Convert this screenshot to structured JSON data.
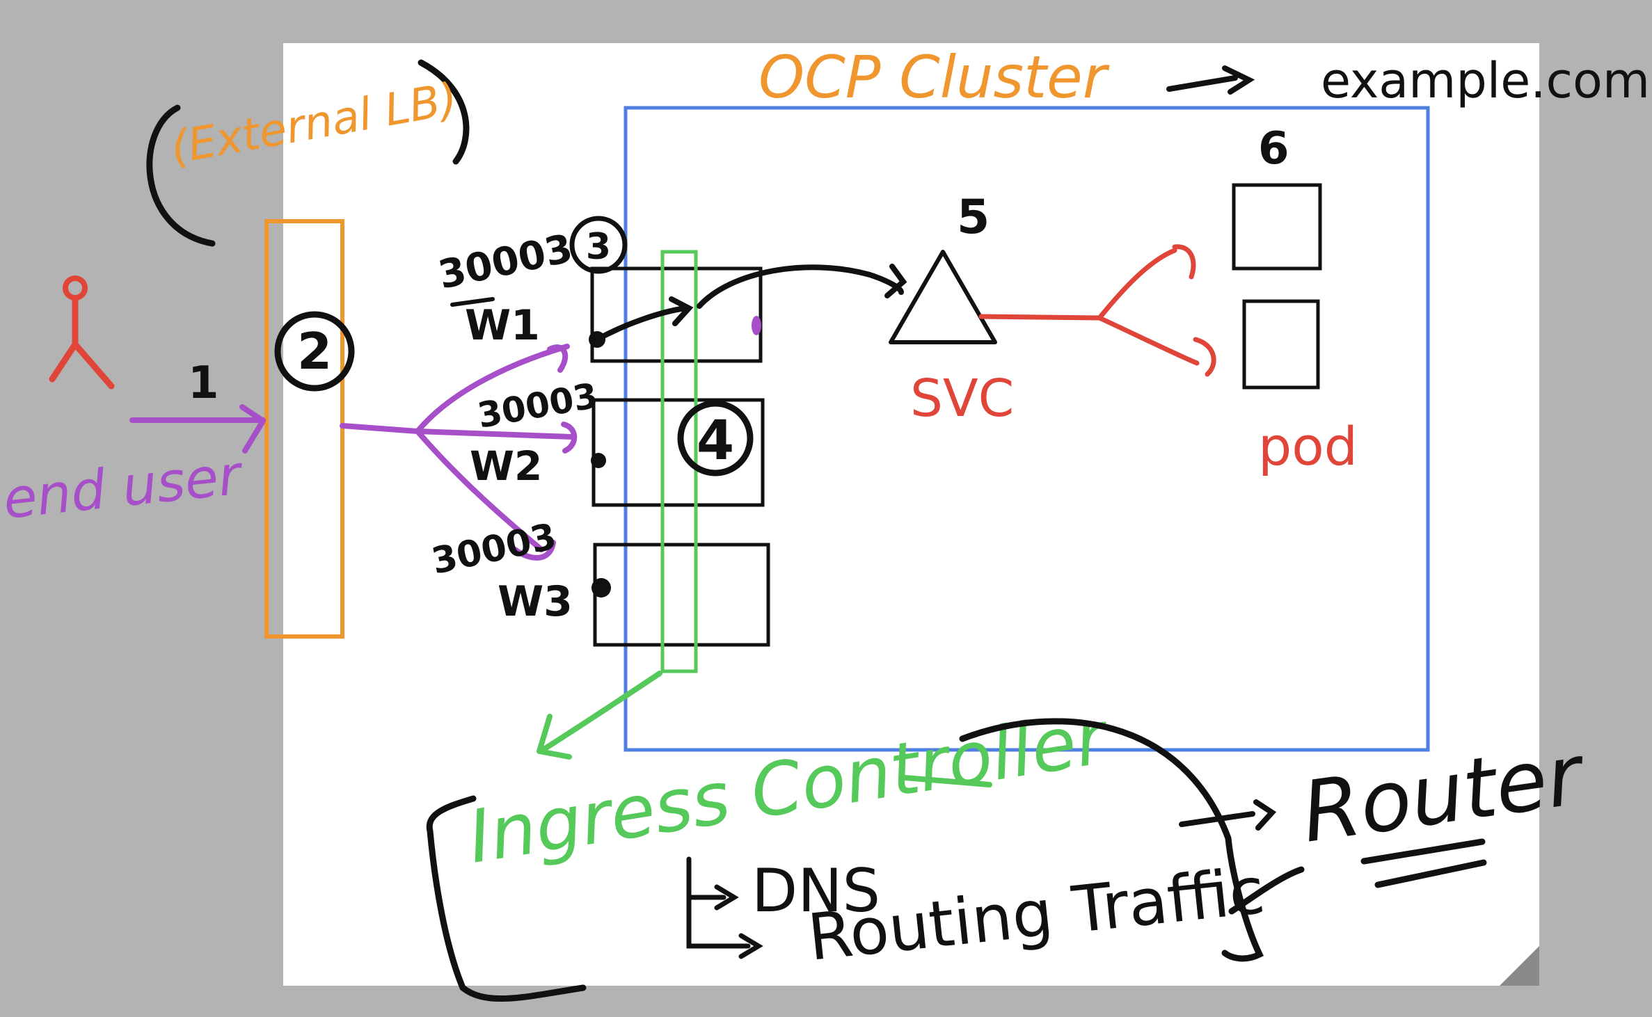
{
  "diagram": {
    "title": "OCP Cluster",
    "domain": "example.com",
    "external_lb": {
      "label": "(External LB)",
      "number": "2"
    },
    "end_user": {
      "label": "end user",
      "step": "1"
    },
    "workers": [
      {
        "name": "W1",
        "port": "30003"
      },
      {
        "name": "W2",
        "port": "30003"
      },
      {
        "name": "W3",
        "port": "30003"
      }
    ],
    "step3": "3",
    "step4": "4",
    "service": {
      "number": "5",
      "label": "SVC"
    },
    "pods": {
      "number": "6",
      "label": "pod"
    },
    "ingress_controller": "Ingress Controller",
    "ingress_functions": [
      "DNS",
      "Routing Traffic"
    ],
    "router": "Router"
  },
  "colors": {
    "orange": "#f0962f",
    "purple": "#a64fc9",
    "red": "#e0453a",
    "green": "#55c95a",
    "blue": "#4f7fe0",
    "black": "#111111",
    "board": "#ffffff",
    "backdrop": "#b3b3b3"
  }
}
